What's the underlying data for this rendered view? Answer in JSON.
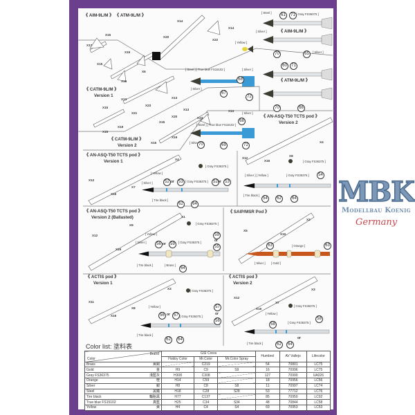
{
  "titles": [
    "《 AIM-9L/M 》 《 ATM-9L/M 》",
    "《 AIM-9L/M 》",
    "《 ATM-9L/M 》",
    "《 CATM-9L/M 》",
    "Version 1",
    "《 CATM-9L/M 》",
    "Version 2",
    "《 AN-ASQ-T50 TCTS pod 》",
    "Version 2",
    "《 AN-ASQ-T50 TCTS pod 》",
    "Version 1",
    "《 AN-ASQ-T50 TCTS pod 》",
    "Version 2 (Ballasted)",
    "《 SAIP/MSR Pod 》",
    "《 ACTIS pod 》",
    "Version 1",
    "《 ACTIS pod 》",
    "Version 2"
  ],
  "parts": [
    "X14",
    "X14",
    "X20",
    "X22",
    "X17",
    "X15",
    "X15",
    "X15",
    "X6",
    "X15",
    "X13",
    "X13",
    "X23",
    "X15",
    "X21",
    "X19",
    "X15",
    "X13",
    "X13",
    "X20",
    "X23",
    "X15",
    "X19",
    "X15",
    "X4",
    "X8",
    "X12",
    "X16",
    "X4",
    "X12",
    "X7",
    "X16",
    "X1",
    "X9",
    "X12",
    "X16",
    "X2",
    "X5",
    "X10",
    "X3",
    "X11",
    "X8",
    "X16",
    "X3",
    "X12",
    "X7",
    "X16"
  ],
  "colors": [
    "[ Steel ]",
    "[ Gray FS36375 ]",
    "[ Silver ]",
    "[ Yellow ]",
    "[ Silver ]",
    "[ Steel ] [ True blue FS15102 ]",
    "[ Silver ]",
    "[ Silver ]",
    "[ Silver ]",
    "[ Steel ] [ True blue FS15102 ]",
    "[ Silver ]",
    "[ Gray FS36375 ]",
    "[ Gray FS36375 ]",
    "[ Yellow ]",
    "[ Gray FS36375 ]",
    "[ Silver ]",
    "[ Tire black ]",
    "[ Silver ] [ Yellow ]",
    "[ Gray FS36375 ]",
    "[ Tire black ]",
    "[ Gray FS36375 ]",
    "[ Yellow ]",
    "[ Silver ]",
    "[ Gray FS36375 ]",
    "[ Tire black ]",
    "[ Brass ]",
    "[ Orange ]",
    "[ Silver ]",
    "[ Gold ]",
    "[ Gray FS36375 ]",
    "[ Yellow ]",
    "[ Gray FS36375 ]",
    "[ Tire black ]",
    "[ Gray FS36375 ]",
    "[ Yellow ]",
    "[ Gray FS36375 ]",
    "[ Tire black ]"
  ],
  "numbers": [
    "61",
    "71",
    "70",
    "65",
    "60",
    "71",
    "70",
    "66",
    "68",
    "67",
    "72",
    "68",
    "70",
    "69",
    "72",
    "52",
    "53",
    "52",
    "53",
    "62",
    "64",
    "54",
    "54",
    "62",
    "64",
    "56",
    "59",
    "59",
    "55",
    "64",
    "63",
    "63",
    "56",
    "57",
    "57",
    "56",
    "62",
    "64",
    "58",
    "58",
    "62",
    "64"
  ],
  "or_words": [
    "or",
    "or",
    "or",
    "or",
    "or",
    "or",
    "or"
  ],
  "color_list": {
    "title": "Color list: 塗料表",
    "header": {
      "brand": "Brand",
      "color": "Color",
      "gsi": "GSI Creos",
      "hobby": "Hobby Color",
      "mr": "Mr.Color",
      "spray": "Mr.Color Spray",
      "humbrol": "Humbrol",
      "vallejo": "AV Vallejo",
      "lifecolor": "Lifecolor"
    },
    "rows": [
      {
        "name": "Brass",
        "zh": "黃銅",
        "hobby": "",
        "mr": "C219",
        "spray": "",
        "humbrol": "54",
        "vallejo": "70801",
        "lifecolor": "LC75"
      },
      {
        "name": "Gold",
        "zh": "金",
        "hobby": "H9",
        "mr": "C9",
        "spray": "S9",
        "humbrol": "16",
        "vallejo": "70996",
        "lifecolor": "LC75"
      },
      {
        "name": "Gray  FS36375",
        "zh": "淺藍灰",
        "hobby": "H308",
        "mr": "C308",
        "spray": "",
        "humbrol": "127",
        "vallejo": "70990",
        "lifecolor": "UA026"
      },
      {
        "name": "Orange",
        "zh": "橙",
        "hobby": "H14",
        "mr": "C59",
        "spray": "",
        "humbrol": "18",
        "vallejo": "70956",
        "lifecolor": "LC56"
      },
      {
        "name": "Silver",
        "zh": "銀",
        "hobby": "H8",
        "mr": "C8",
        "spray": "S8",
        "humbrol": "11",
        "vallejo": "70997",
        "lifecolor": "LC74"
      },
      {
        "name": "Steel",
        "zh": "黑鐵",
        "hobby": "H18",
        "mr": "C28",
        "spray": "S28",
        "humbrol": "53",
        "vallejo": "77712",
        "lifecolor": "LC76"
      },
      {
        "name": "Tire  black",
        "zh": "輪胎黑",
        "hobby": "H77",
        "mr": "C137",
        "spray": "",
        "humbrol": "85",
        "vallejo": "70950",
        "lifecolor": "LC02"
      },
      {
        "name": "True blue FS15102",
        "zh": "真藍",
        "hobby": "H25",
        "mr": "C34",
        "spray": "S34",
        "humbrol": "48",
        "vallejo": "70844",
        "lifecolor": "LC58"
      },
      {
        "name": "Yellow",
        "zh": "黃",
        "hobby": "H4",
        "mr": "C4",
        "spray": "S4",
        "humbrol": "69",
        "vallejo": "70953",
        "lifecolor": "LC53"
      }
    ]
  },
  "logo": {
    "brand": "MBK",
    "name": "Modellbau Koenig",
    "country": "Germany"
  },
  "palette": {
    "frame": "#6c3f8e",
    "true_blue": "#3a9ad6",
    "orange": "#c8571e",
    "gray": "#d9dde0",
    "logo_blue": "#7d98b6",
    "logo_red": "#c8454a"
  }
}
